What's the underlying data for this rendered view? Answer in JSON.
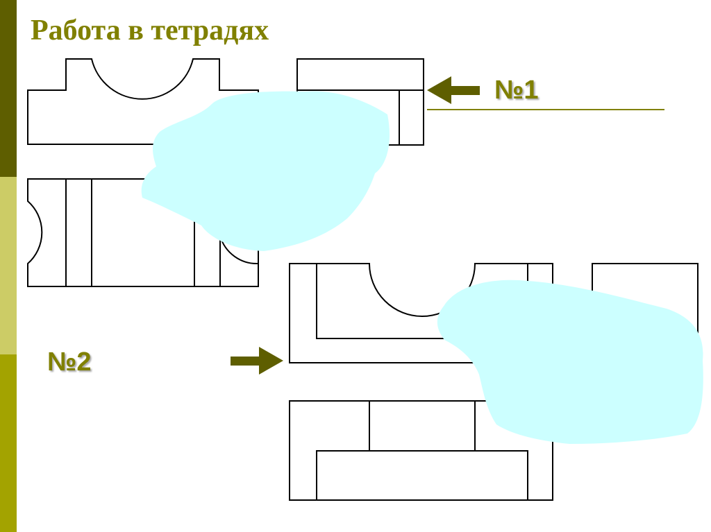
{
  "slide": {
    "title": "Работа в тетрадях",
    "colors": {
      "accent": "#808000",
      "stripe_dark": "#5e5e00",
      "stripe_light": "#cccc66",
      "stripe_mid": "#a3a300",
      "line": "#000000",
      "patch": "#ccffff"
    }
  },
  "labels": {
    "exercise_1": "№1",
    "exercise_2": "№2"
  },
  "icons": {
    "arrow_1": "arrow-left-icon",
    "arrow_2": "arrow-right-icon"
  }
}
